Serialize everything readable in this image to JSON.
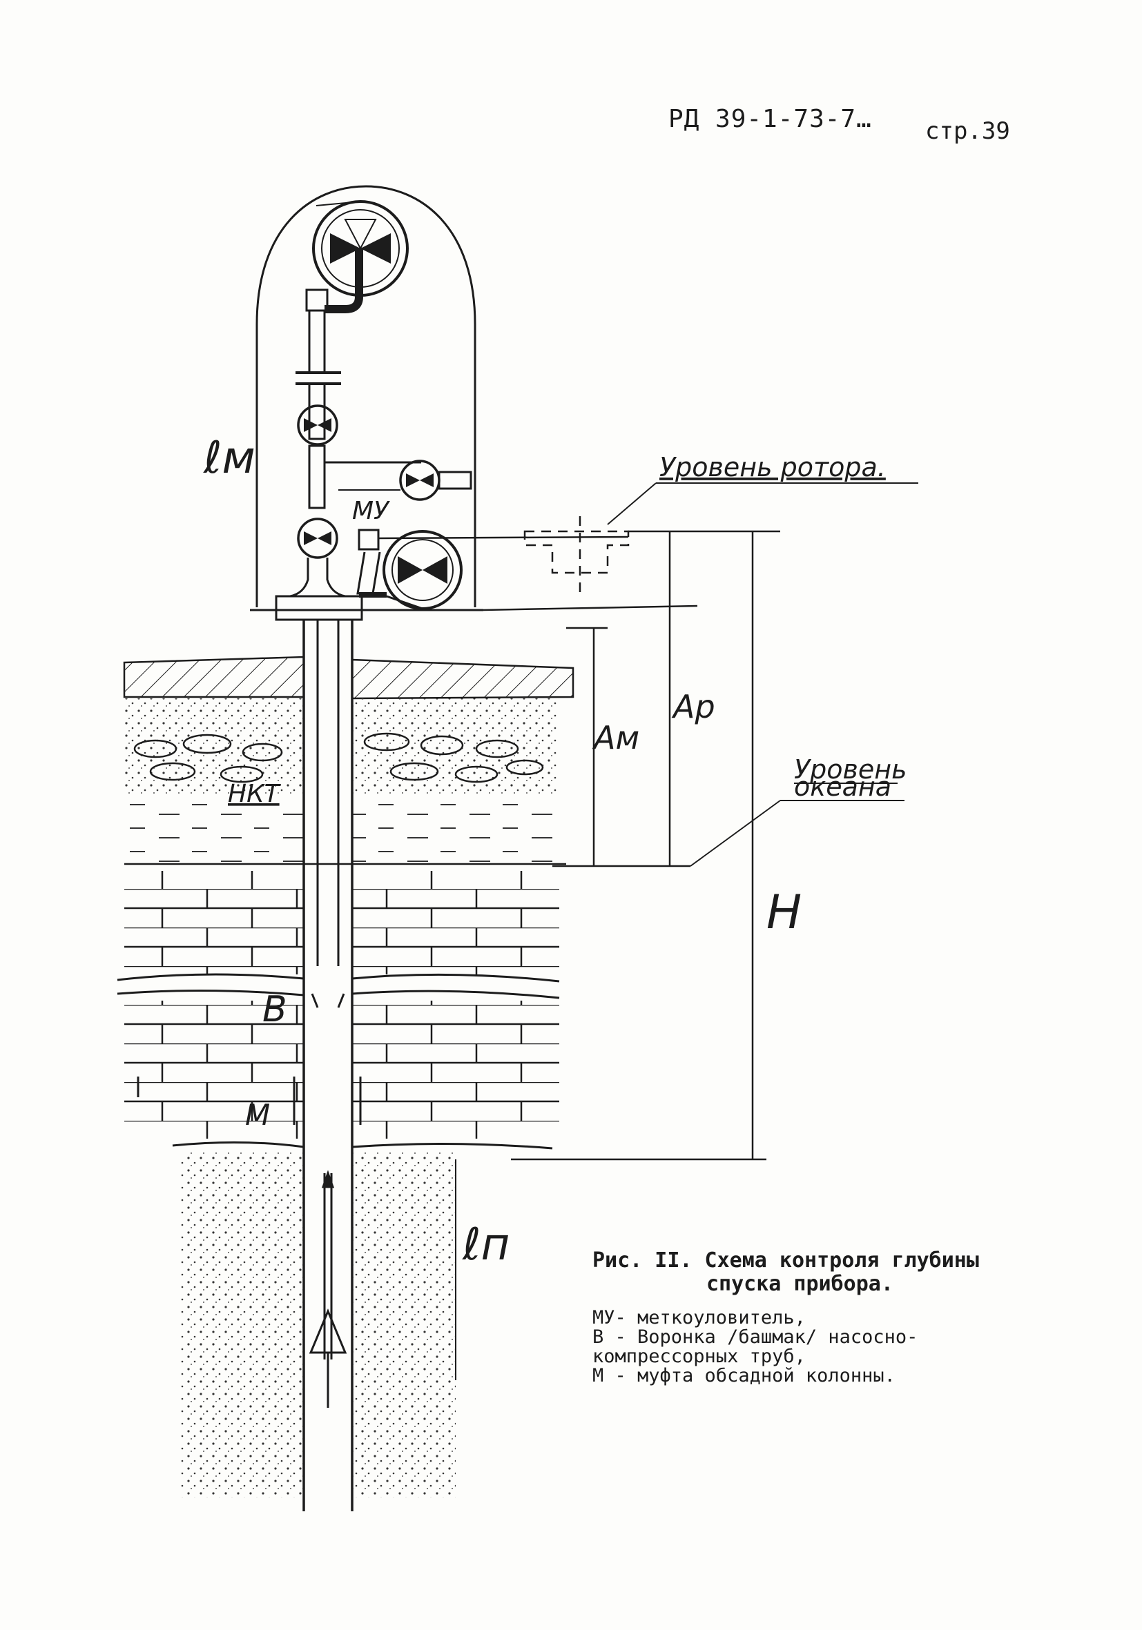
{
  "header": {
    "doc_code": "РД 39-1-73-7…",
    "page_label": "стр.39"
  },
  "figure": {
    "labels": {
      "l_m": "ℓм",
      "l_p": "ℓп",
      "my": "МУ",
      "rotor_level": "Уровень ротора.",
      "ocean_level_1": "Уровень",
      "ocean_level_2": "океана",
      "nkt": "НКТ",
      "a_m": "Ам",
      "a_p": "Ар",
      "h": "Н",
      "b": "В",
      "m": "М"
    }
  },
  "caption": {
    "title": "Рис. II. Схема контроля глубины",
    "subtitle": "спуска прибора.",
    "legend": [
      "МУ- меткоуловитель,",
      "В - Воронка /башмак/ насосно-",
      "компрессорных труб,",
      "М - муфта обсадной колонны."
    ]
  }
}
